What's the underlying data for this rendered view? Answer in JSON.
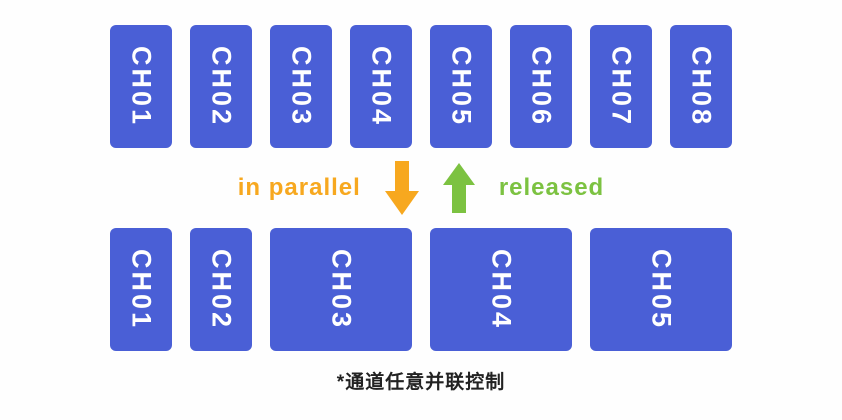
{
  "top_row": {
    "channels": [
      "CH01",
      "CH02",
      "CH03",
      "CH04",
      "CH05",
      "CH06",
      "CH07",
      "CH08"
    ]
  },
  "legend": {
    "parallel_label": "in parallel",
    "released_label": "released",
    "down_arrow_icon": "down-arrow",
    "up_arrow_icon": "up-arrow"
  },
  "bottom_row": {
    "channels": [
      {
        "label": "CH01",
        "span": 1
      },
      {
        "label": "CH02",
        "span": 1
      },
      {
        "label": "CH03",
        "span": 2
      },
      {
        "label": "CH04",
        "span": 2
      },
      {
        "label": "CH05",
        "span": 2
      }
    ]
  },
  "footnote": "*通道任意并联控制",
  "colors": {
    "block-blue": "#4A5FD6",
    "arrow-orange": "#F7A81F",
    "arrow-green": "#7CC241",
    "footnote-text": "#222222",
    "background": "#FEFEFE"
  }
}
